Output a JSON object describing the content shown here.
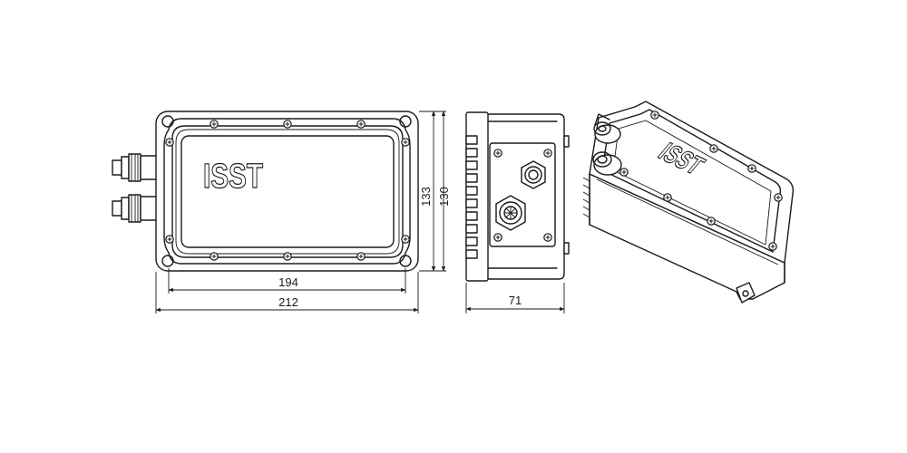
{
  "logo_text": "ISST",
  "dimensions": {
    "inner_width": "194",
    "outer_width": "212",
    "outer_height": "133",
    "inner_height": "130",
    "depth": "71"
  }
}
